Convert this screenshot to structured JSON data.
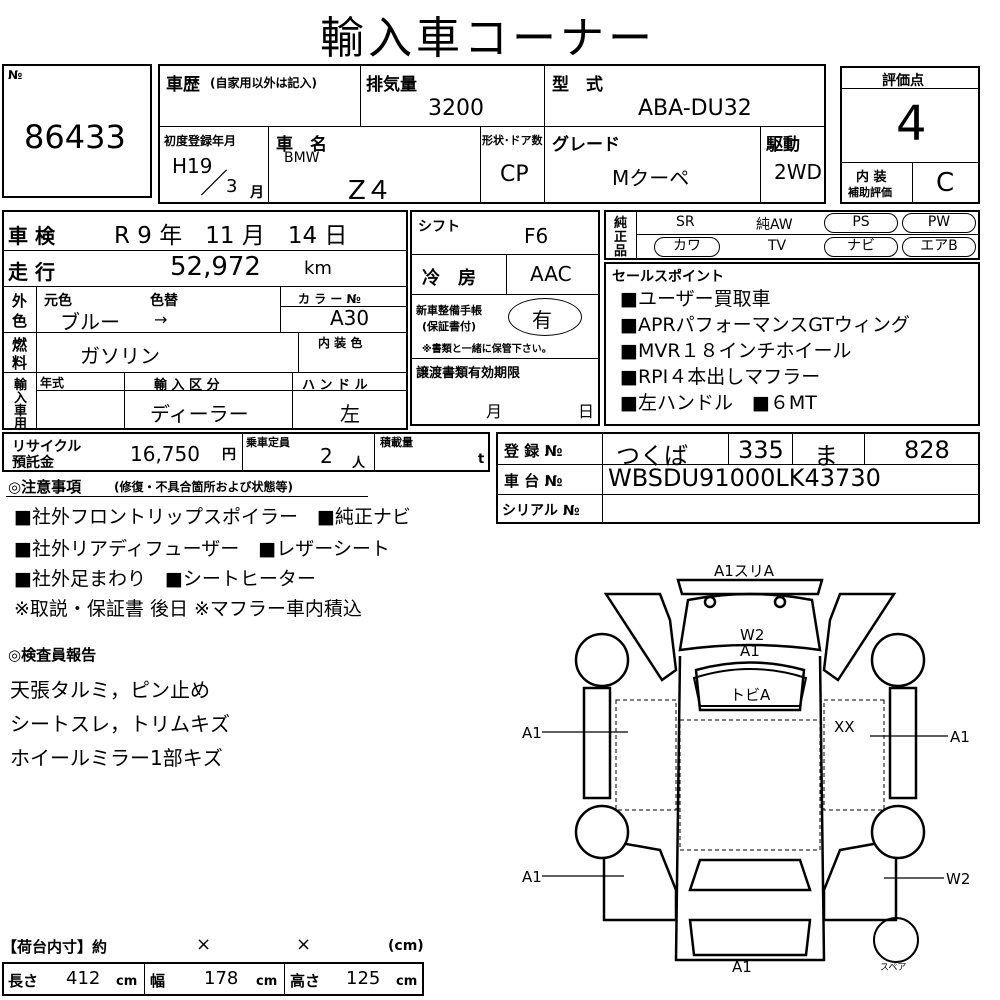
{
  "title": "輸入車コーナー",
  "no": {
    "label": "№",
    "value": "86433"
  },
  "history": {
    "label": "車歴",
    "note": "(自家用以外は記入)"
  },
  "displacement": {
    "label": "排気量",
    "value": "3200"
  },
  "model": {
    "label": "型　式",
    "value": "ABA-DU32"
  },
  "score": {
    "label": "評価点",
    "value": "4",
    "interior_label_1": "内 装",
    "interior_label_2": "補助評価",
    "interior_value": "C"
  },
  "first_reg": {
    "label": "初度登録年月",
    "era": "H19",
    "month": "3",
    "month_unit": "月"
  },
  "car_name": {
    "label": "車　名",
    "maker": "BMW",
    "value": "Z４"
  },
  "shape": {
    "label": "形状･ドア数",
    "value": "CP"
  },
  "grade": {
    "label": "グレード",
    "value": "Mクーペ"
  },
  "drive": {
    "label": "駆動",
    "value": "2WD"
  },
  "inspection": {
    "label": "車 検",
    "value": "R 9 年　11 月　14 日"
  },
  "shift": {
    "label": "シフト",
    "value": "F6"
  },
  "equipment": {
    "label_1": "純",
    "label_2": "正",
    "label_3": "品",
    "items": [
      "SR",
      "純AW",
      "PS",
      "PW",
      "カワ",
      "TV",
      "ナビ",
      "エアB"
    ]
  },
  "mileage": {
    "label": "走 行",
    "value": "52,972",
    "unit": "km"
  },
  "ac": {
    "label": "冷　房",
    "value": "AAC"
  },
  "color": {
    "label_1": "外",
    "label_2": "色",
    "original": "元色",
    "change": "色替",
    "value": "ブルー",
    "arrow": "→",
    "code_label": "カ ラ ー №",
    "code": "A30"
  },
  "fuel": {
    "label_1": "燃",
    "label_2": "料",
    "value": "ガソリン",
    "interior_color": "内 装 色"
  },
  "maintenance": {
    "label_1": "新車整備手帳",
    "label_2": "(保証書付)",
    "value": "有",
    "note": "※書類と一緒に保管下さい。"
  },
  "sales_points": {
    "label": "セールスポイント",
    "items": [
      "■ユーザー買取車",
      "■APRパフォーマンスGTウィング",
      "■MVR１８インチホイール",
      "■RPI４本出しマフラー",
      "■左ハンドル　■６MT"
    ]
  },
  "import": {
    "label_1": "輸",
    "label_2": "入",
    "label_3": "車",
    "label_4": "用",
    "year_label": "年式",
    "type_label": "輸 入 区 分",
    "type_value": "ディーラー",
    "handle_label": "ハ ン ド ル",
    "handle_value": "左"
  },
  "transfer": {
    "label": "譲渡書類有効期限",
    "month": "月",
    "day": "日"
  },
  "recycle": {
    "label_1": "リサイクル",
    "label_2": "預託金",
    "value": "16,750",
    "unit": "円"
  },
  "capacity": {
    "label": "乗車定員",
    "value": "2",
    "unit": "人"
  },
  "load": {
    "label": "積載量",
    "unit": "t"
  },
  "registration": {
    "label": "登 録 №",
    "parts": [
      "つくば",
      "335",
      "ま",
      "828"
    ]
  },
  "chassis": {
    "label": "車 台 №",
    "value": "WBSDU91000LK43730"
  },
  "serial": {
    "label": "シリアル №"
  },
  "notes": {
    "label": "◎注意事項",
    "sub": "(修復・不具合箇所および状態等)",
    "lines": [
      "■社外フロントリップスポイラー　■純正ナビ",
      "■社外リアディフューザー　■レザーシート",
      "■社外足まわり　■シートヒーター",
      "※取説・保証書 後日 ※マフラー車内積込"
    ]
  },
  "inspector": {
    "label": "◎検査員報告",
    "lines": [
      "天張タルミ，ピン止め",
      "シートスレ，トリムキズ",
      "ホイールミラー1部キズ"
    ]
  },
  "diagram": {
    "front": "A1スリA",
    "roof": "W2",
    "roof2": "A1",
    "top": "トビA",
    "left_mid": "A1",
    "right_mid": "A1",
    "right_xx": "XX",
    "left_rear": "A1",
    "right_rear": "W2",
    "rear": "A1",
    "spare": "スペア"
  },
  "cargo": {
    "label": "【荷台内寸】約",
    "x1": "×",
    "x2": "×",
    "unit": "(cm)",
    "length_label": "長さ",
    "length": "412",
    "width_label": "幅",
    "width": "178",
    "height_label": "高さ",
    "height": "125",
    "cm": "cm"
  }
}
